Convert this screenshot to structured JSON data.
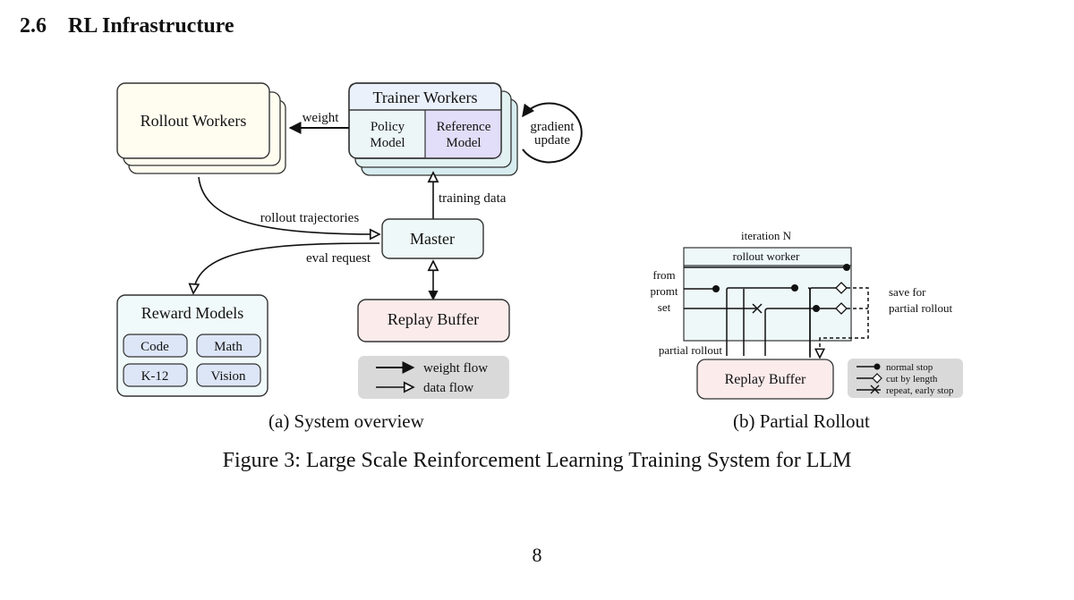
{
  "section": {
    "number": "2.6",
    "title": "RL Infrastructure"
  },
  "system_overview": {
    "rollout_workers": "Rollout Workers",
    "trainer_workers": "Trainer Workers",
    "policy_model": [
      "Policy",
      "Model"
    ],
    "reference_model": [
      "Reference",
      "Model"
    ],
    "gradient_update": [
      "gradient",
      "update"
    ],
    "weight_label": "weight",
    "training_data_label": "training data",
    "rollout_trajectories_label": "rollout trajectories",
    "master": "Master",
    "eval_request_label": "eval request",
    "reward_models": "Reward Models",
    "reward_items": [
      "Code",
      "Math",
      "K-12",
      "Vision"
    ],
    "replay_buffer": "Replay Buffer",
    "legend": {
      "weight_flow": "weight flow",
      "data_flow": "data flow"
    },
    "caption": "(a) System overview"
  },
  "partial_rollout": {
    "iteration": "iteration N",
    "rollout_worker": "rollout worker",
    "from_prompt_set": [
      "from",
      "promt",
      "set"
    ],
    "save_for": [
      "save for",
      "partial rollout"
    ],
    "partial_rollout_label": "partial rollout",
    "replay_buffer": "Replay Buffer",
    "legend": {
      "normal_stop": "normal stop",
      "cut_by_length": "cut by length",
      "repeat_early_stop": "repeat, early stop"
    },
    "caption": "(b) Partial Rollout"
  },
  "figure_caption": "Figure 3: Large Scale Reinforcement Learning Training System for LLM",
  "page_number": "8",
  "colors": {
    "rollout_fill": "#fffdf0",
    "trainer_fill": "#ecf6f7",
    "trainer_header": "#eaf1fb",
    "reference_fill": "#e2ddf8",
    "master_fill": "#eef8f8",
    "reward_fill": "#f1fafa",
    "reward_item_fill": "#dde6f7",
    "replay_fill": "#fcebeb",
    "legend_fill": "#d9d9d9"
  }
}
